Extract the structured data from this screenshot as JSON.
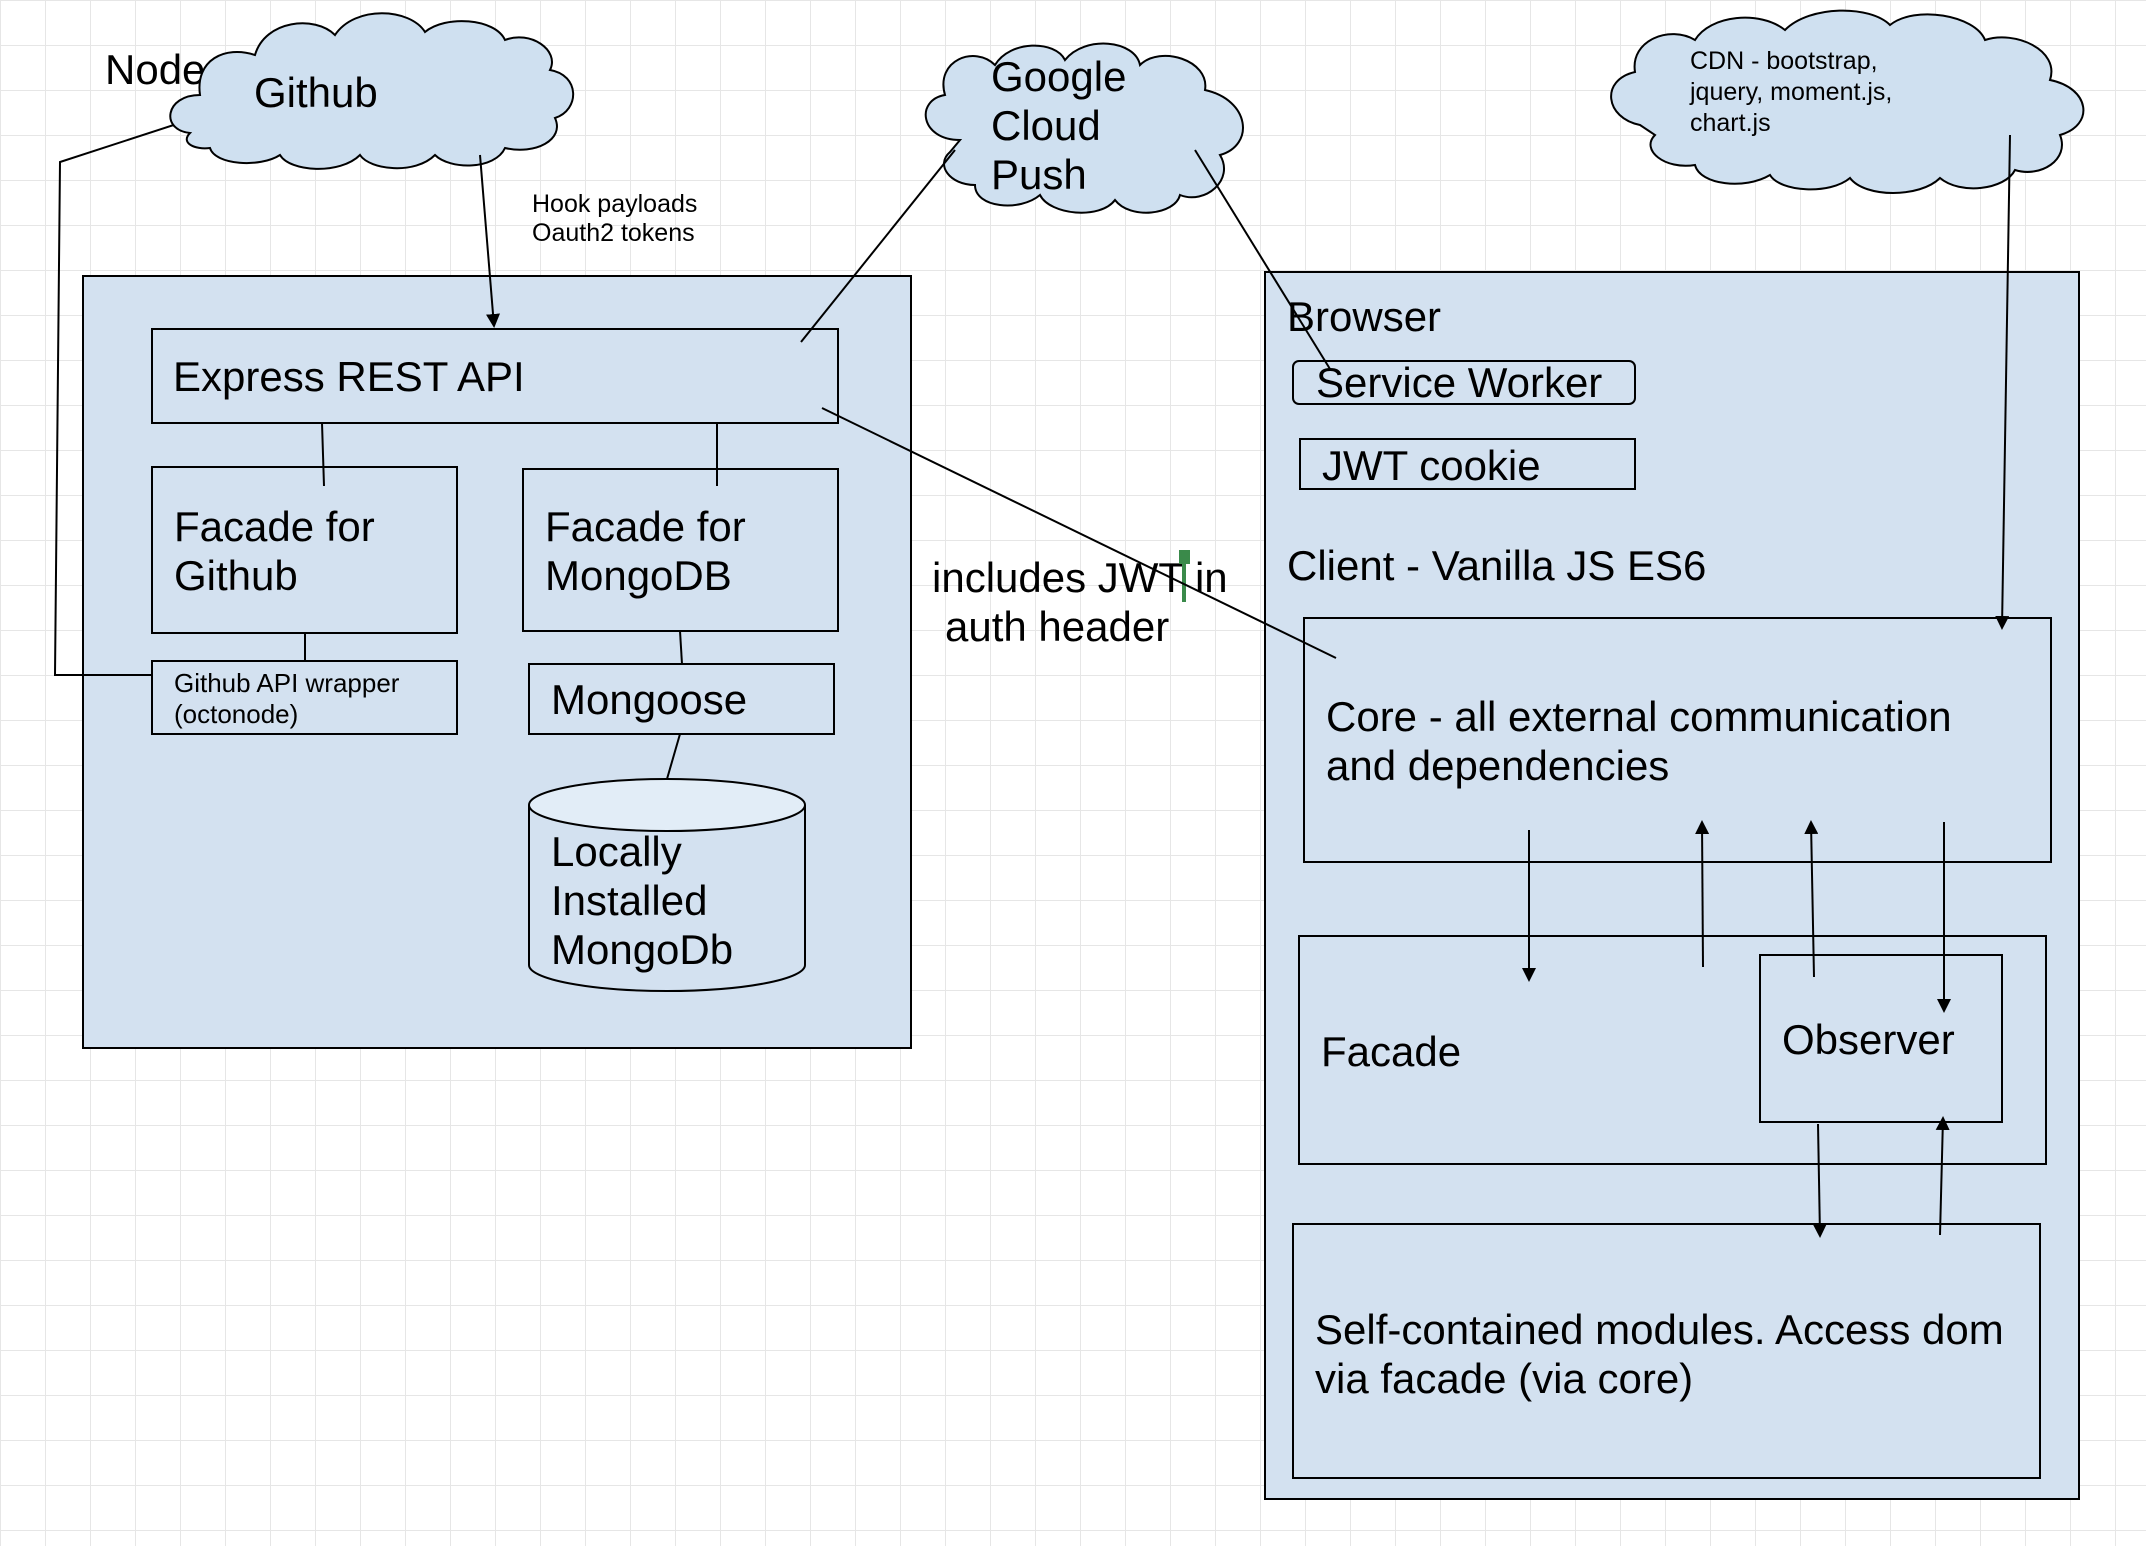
{
  "node_panel": {
    "title": "Node"
  },
  "clouds": {
    "github": "Github",
    "gcp": [
      "Google",
      "Cloud",
      "Push"
    ],
    "cdn": [
      "CDN - bootstrap,",
      "jquery, moment.js,",
      "chart.js"
    ]
  },
  "server": {
    "express": "Express REST API",
    "facade_github": [
      "Facade for",
      "Github"
    ],
    "facade_mongodb": [
      "Facade for",
      "MongoDB"
    ],
    "github_wrapper": [
      "Github API wrapper",
      "(octonode)"
    ],
    "mongoose": "Mongoose",
    "local_db": [
      "Locally",
      "Installed",
      "MongoDb"
    ]
  },
  "annotations": {
    "hook": [
      "Hook payloads",
      "Oauth2 tokens"
    ],
    "jwt": [
      "includes JWT in",
      "auth header"
    ]
  },
  "browser": {
    "title": "Browser",
    "service_worker": "Service Worker",
    "jwt_cookie": "JWT cookie",
    "client_label": "Client - Vanilla JS ES6",
    "core": [
      "Core - all external communication",
      "and dependencies"
    ],
    "facade": "Facade",
    "observer": "Observer",
    "modules": [
      "Self-contained modules. Access dom",
      "via facade (via core)"
    ]
  },
  "colors": {
    "box_fill": "#d3e1f0",
    "cloud_fill": "#cfe0f0",
    "stroke": "#000000",
    "cursor": "#3a8a4a"
  }
}
